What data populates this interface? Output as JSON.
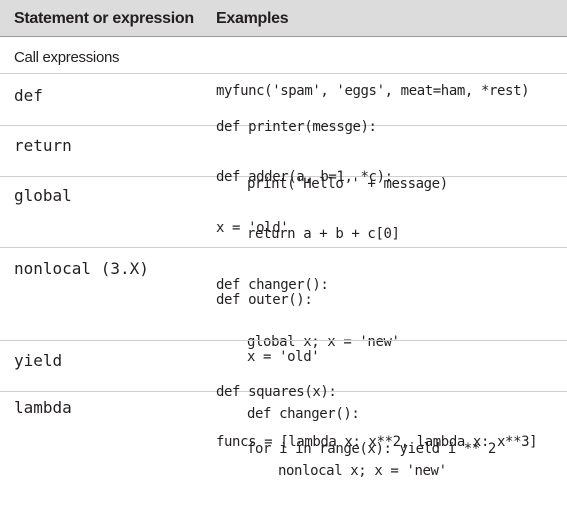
{
  "header": {
    "col1": "Statement or expression",
    "col2": "Examples"
  },
  "rows": [
    {
      "statement": "Call expressions",
      "lines": [
        "myfunc('spam', 'eggs', meat=ham, *rest)"
      ]
    },
    {
      "statement": "def",
      "lines": [
        "def printer(messge):",
        "print('Hello ' + message)"
      ]
    },
    {
      "statement": "return",
      "lines": [
        "def adder(a, b=1, *c):",
        "return a + b + c[0]"
      ]
    },
    {
      "statement": "global",
      "lines": [
        "x = 'old'",
        "def changer():",
        "global x; x = 'new'"
      ]
    },
    {
      "statement": "nonlocal (3.X)",
      "lines": [
        "def outer():",
        "x = 'old'",
        "def changer():",
        "nonlocal x; x = 'new'"
      ]
    },
    {
      "statement": "yield",
      "lines": [
        "def squares(x):",
        "for i in range(x): yield i ** 2"
      ]
    },
    {
      "statement": "lambda",
      "lines": [
        "funcs = [lambda x: x**2, lambda x: x**3]"
      ]
    }
  ]
}
